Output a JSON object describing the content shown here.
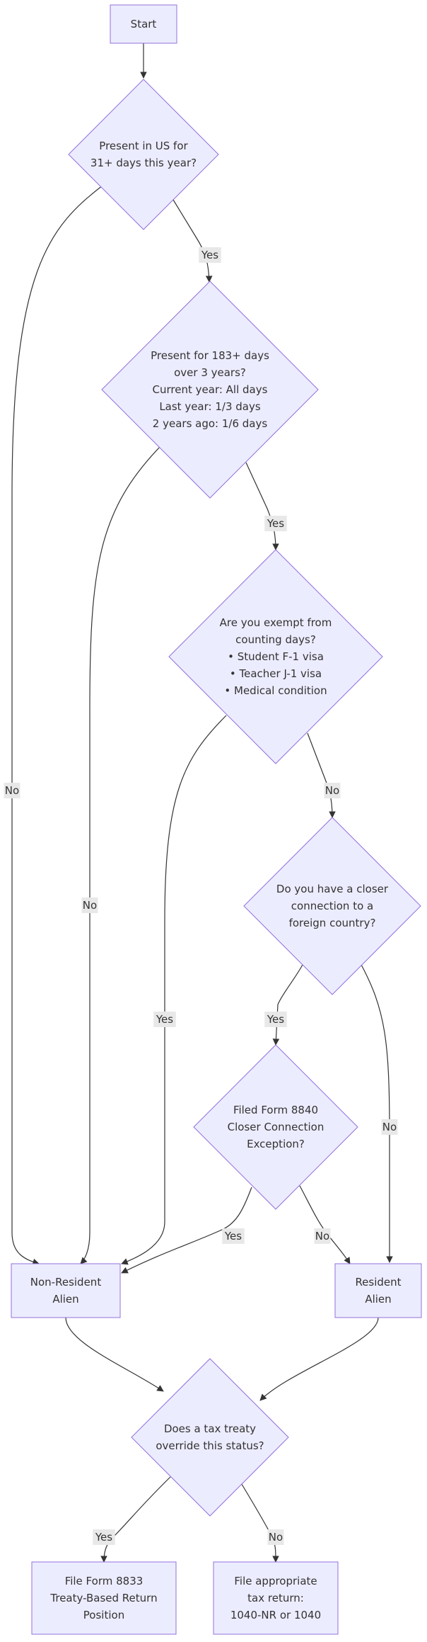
{
  "nodes": {
    "start": {
      "lines": [
        "Start"
      ]
    },
    "q_31days": {
      "lines": [
        "Present in US for",
        "31+ days this year?"
      ]
    },
    "q_183days": {
      "lines": [
        "Present for 183+ days",
        "over 3 years?",
        "Current year: All days",
        "Last year: 1/3 days",
        "2 years ago: 1/6 days"
      ]
    },
    "q_exempt": {
      "lines": [
        "Are you exempt from",
        "counting days?",
        "• Student F-1 visa",
        "• Teacher J-1 visa",
        "• Medical condition"
      ]
    },
    "q_closer": {
      "lines": [
        "Do you have a closer",
        "connection to a",
        "foreign country?"
      ]
    },
    "q_form8840": {
      "lines": [
        "Filed Form 8840",
        "Closer Connection",
        "Exception?"
      ]
    },
    "non_resident": {
      "lines": [
        "Non-Resident",
        "Alien"
      ]
    },
    "resident": {
      "lines": [
        "Resident",
        "Alien"
      ]
    },
    "q_treaty": {
      "lines": [
        "Does a tax treaty",
        "override this status?"
      ]
    },
    "form_8833": {
      "lines": [
        "File Form 8833",
        "Treaty-Based Return",
        "Position"
      ]
    },
    "file_return": {
      "lines": [
        "File appropriate",
        "tax return:",
        "1040-NR or 1040"
      ]
    }
  },
  "edges": [
    {
      "from": "start",
      "to": "q_31days",
      "label": ""
    },
    {
      "from": "q_31days",
      "to": "non_resident",
      "label": "No"
    },
    {
      "from": "q_31days",
      "to": "q_183days",
      "label": "Yes"
    },
    {
      "from": "q_183days",
      "to": "non_resident",
      "label": "No"
    },
    {
      "from": "q_183days",
      "to": "q_exempt",
      "label": "Yes"
    },
    {
      "from": "q_exempt",
      "to": "non_resident",
      "label": "Yes"
    },
    {
      "from": "q_exempt",
      "to": "q_closer",
      "label": "No"
    },
    {
      "from": "q_closer",
      "to": "q_form8840",
      "label": "Yes"
    },
    {
      "from": "q_closer",
      "to": "resident",
      "label": "No"
    },
    {
      "from": "q_form8840",
      "to": "non_resident",
      "label": "Yes"
    },
    {
      "from": "q_form8840",
      "to": "resident",
      "label": "No"
    },
    {
      "from": "non_resident",
      "to": "q_treaty",
      "label": ""
    },
    {
      "from": "resident",
      "to": "q_treaty",
      "label": ""
    },
    {
      "from": "q_treaty",
      "to": "form_8833",
      "label": "Yes"
    },
    {
      "from": "q_treaty",
      "to": "file_return",
      "label": "No"
    }
  ],
  "colors": {
    "node_fill": "#ececff",
    "node_stroke": "#9370db",
    "edge": "#333333",
    "label_bg": "#e8e8e8",
    "text": "#333333"
  }
}
